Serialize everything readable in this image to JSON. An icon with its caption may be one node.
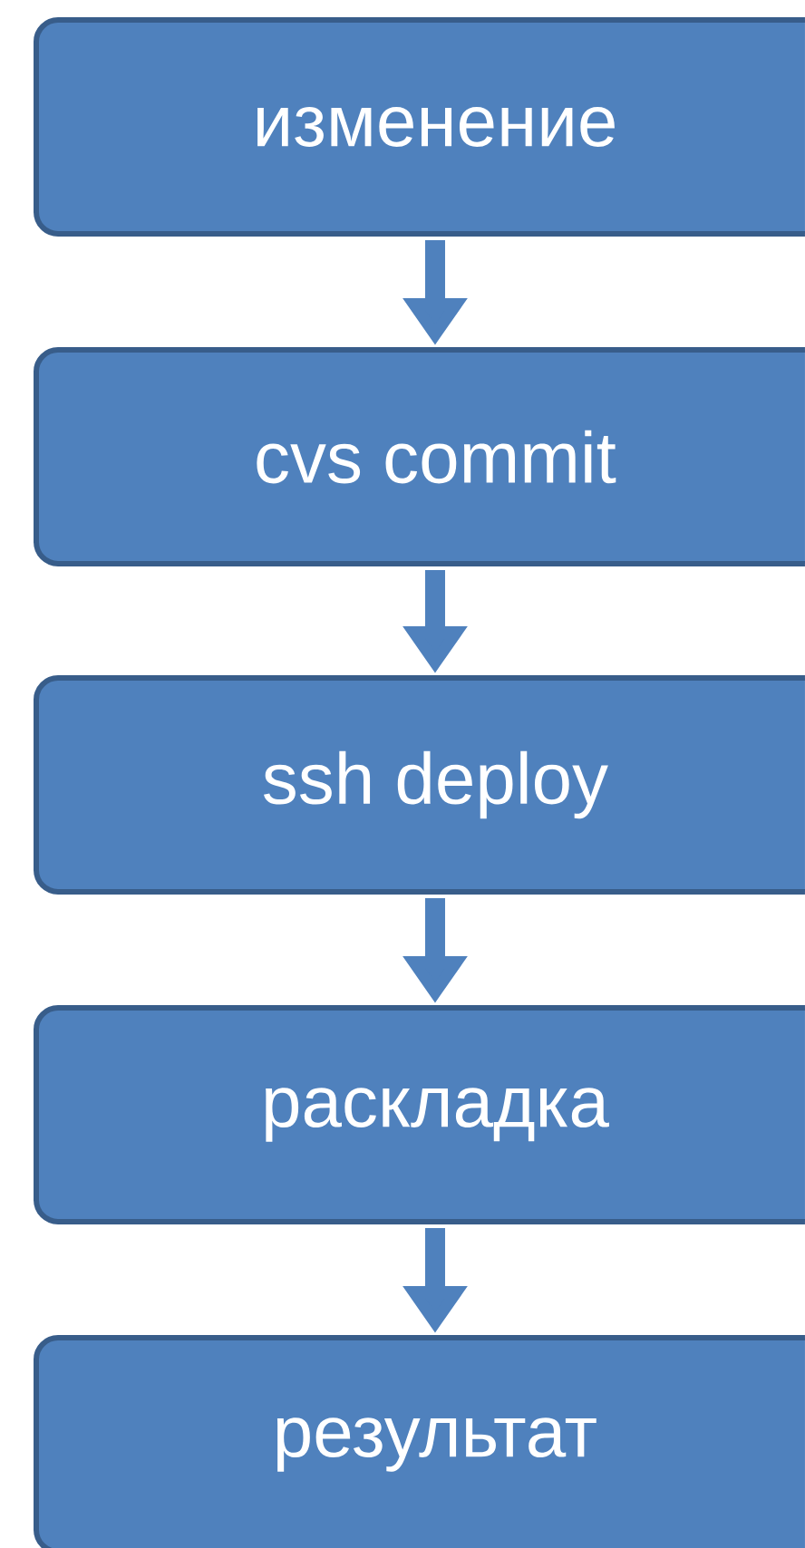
{
  "diagram": {
    "nodes": [
      {
        "text": [
          "изменение"
        ]
      },
      {
        "text": [
          "cvs commit"
        ]
      },
      {
        "text": [
          "ssh deploy"
        ]
      },
      {
        "text": [
          "раскладка"
        ]
      },
      {
        "text": [
          "результат"
        ]
      }
    ],
    "edges": [
      {
        "from": 0,
        "to": 1,
        "arrow": "to"
      },
      {
        "from": 1,
        "to": 2,
        "arrow": "to"
      },
      {
        "from": 2,
        "to": 3,
        "arrow": "to"
      },
      {
        "from": 3,
        "to": 4,
        "arrow": "to"
      }
    ]
  }
}
